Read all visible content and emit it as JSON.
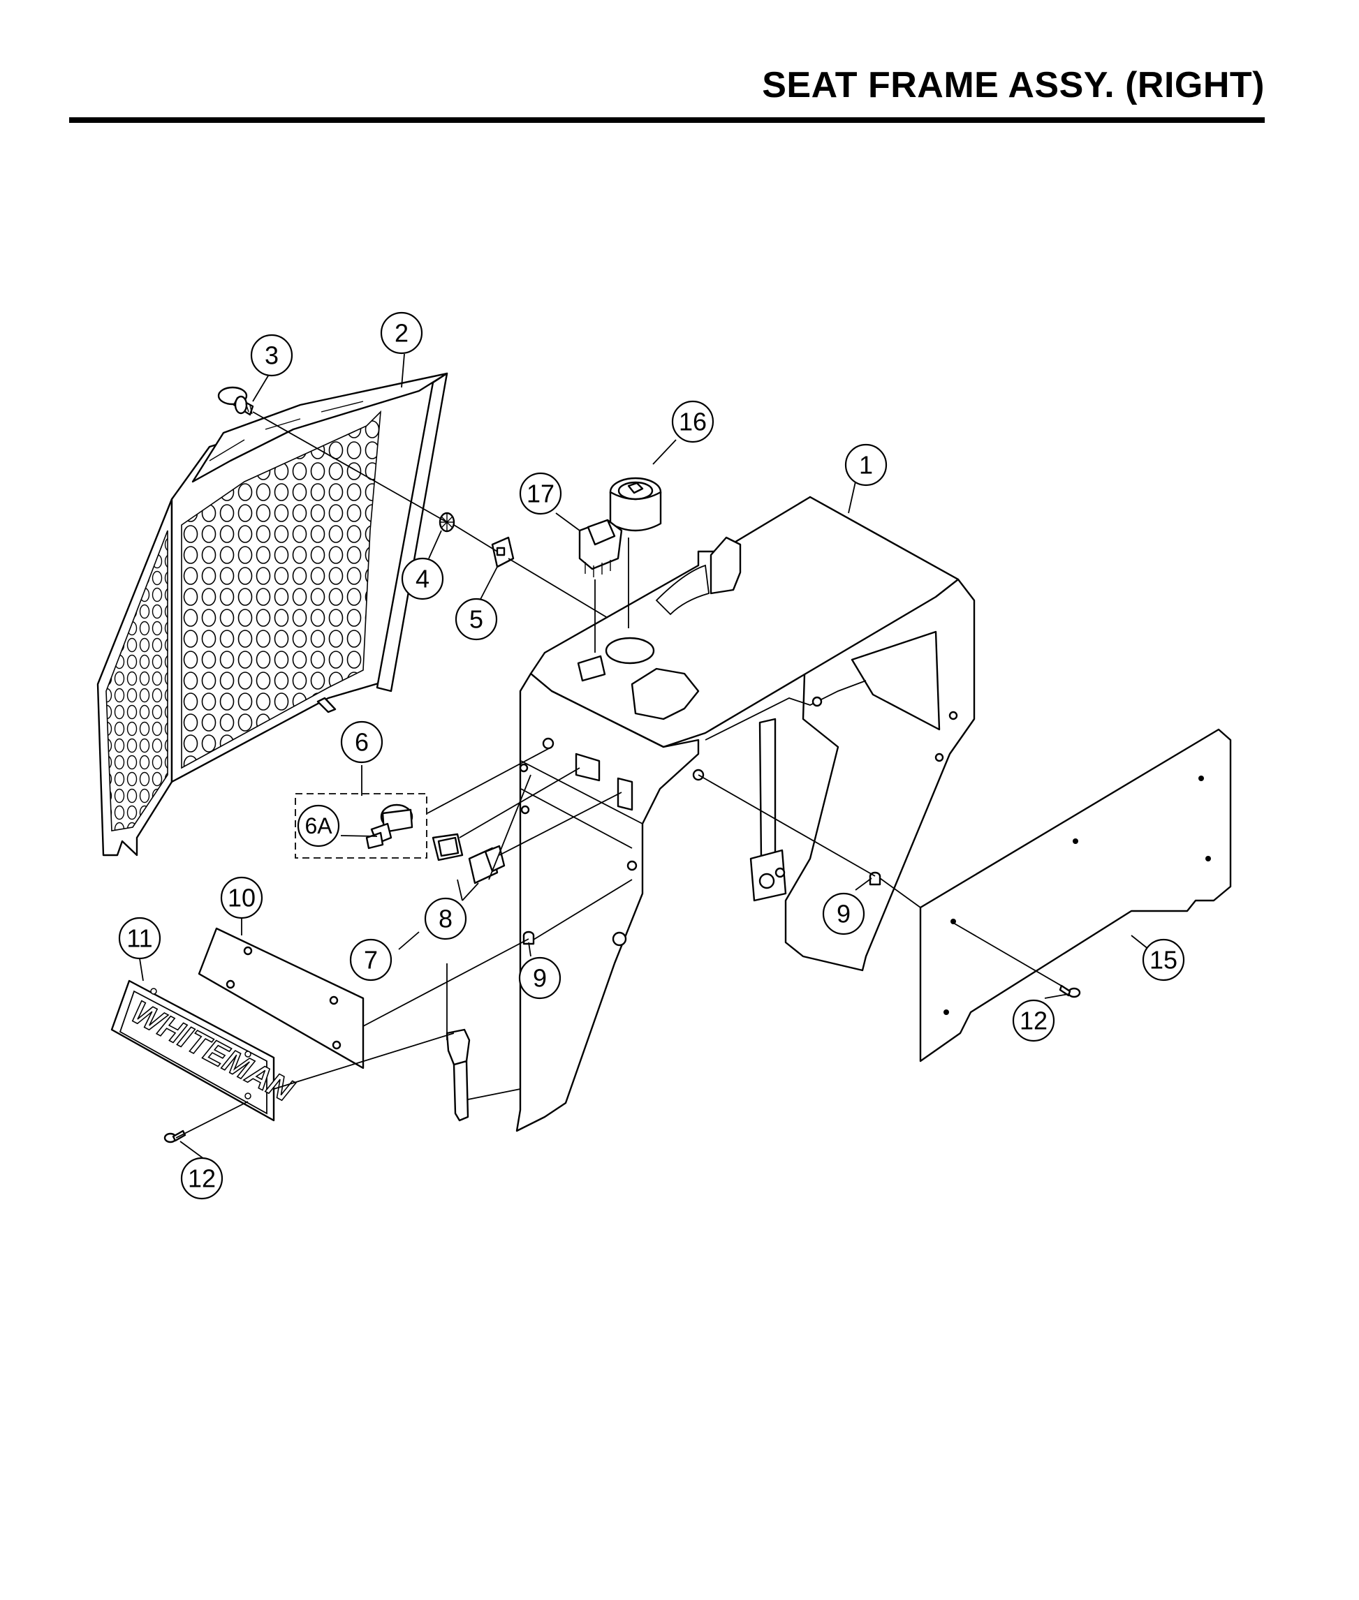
{
  "title": "SEAT FRAME ASSY. (RIGHT)",
  "logo_text": "WHITEMAN",
  "callouts": [
    {
      "id": "c1",
      "label": "1"
    },
    {
      "id": "c2",
      "label": "2"
    },
    {
      "id": "c3",
      "label": "3"
    },
    {
      "id": "c4",
      "label": "4"
    },
    {
      "id": "c5",
      "label": "5"
    },
    {
      "id": "c6",
      "label": "6"
    },
    {
      "id": "c6a",
      "label": "6A"
    },
    {
      "id": "c7",
      "label": "7"
    },
    {
      "id": "c8",
      "label": "8"
    },
    {
      "id": "c9a",
      "label": "9"
    },
    {
      "id": "c9b",
      "label": "9"
    },
    {
      "id": "c10",
      "label": "10"
    },
    {
      "id": "c11",
      "label": "11"
    },
    {
      "id": "c12a",
      "label": "12"
    },
    {
      "id": "c12b",
      "label": "12"
    },
    {
      "id": "c15",
      "label": "15"
    },
    {
      "id": "c16",
      "label": "16"
    },
    {
      "id": "c17",
      "label": "17"
    }
  ]
}
